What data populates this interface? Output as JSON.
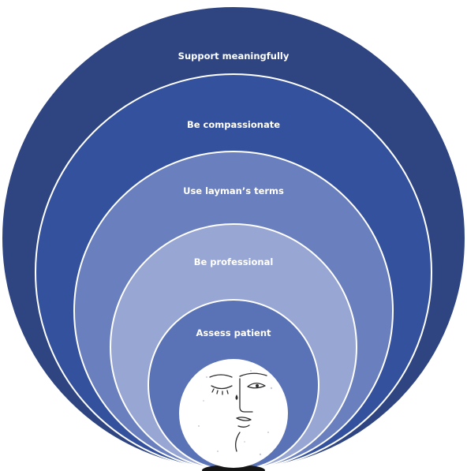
{
  "diagram": {
    "rings": [
      {
        "label": "Support meaningfully",
        "color": "#2f4582"
      },
      {
        "label": "Be compassionate",
        "color": "#34519d"
      },
      {
        "label": "Use layman’s terms",
        "color": "#6a7fbd"
      },
      {
        "label": "Be professional",
        "color": "#98a6d4"
      },
      {
        "label": "Assess patient",
        "color": "#5a72b6"
      }
    ],
    "center": {
      "icon": "face-sketch-icon",
      "color": "#ffffff"
    },
    "ring_border_color": "#ffffff",
    "base_color": "#151515"
  }
}
